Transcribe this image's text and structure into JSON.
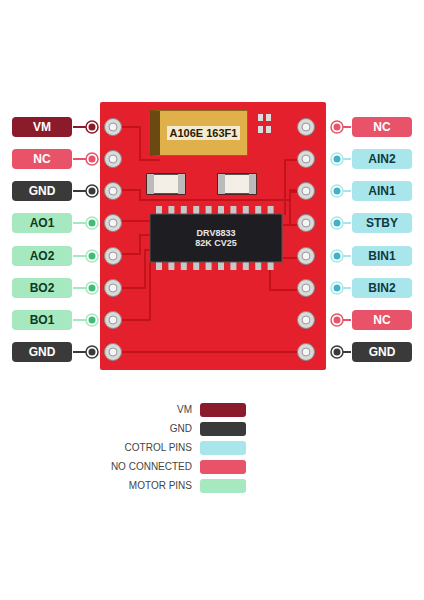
{
  "diagram": {
    "nodes": [
      {
        "text": [
          "VM"
        ]
      },
      {
        "text": [
          "NC"
        ]
      },
      {
        "text": [
          "GND"
        ]
      },
      {
        "text": [
          "AO1"
        ]
      },
      {
        "text": [
          "AO2"
        ]
      },
      {
        "text": [
          "BO2"
        ]
      },
      {
        "text": [
          "BO1"
        ]
      },
      {
        "text": [
          "GND"
        ]
      },
      {
        "text": [
          "NC"
        ]
      },
      {
        "text": [
          "AIN2"
        ]
      },
      {
        "text": [
          "AIN1"
        ]
      },
      {
        "text": [
          "STBY"
        ]
      },
      {
        "text": [
          "BIN1"
        ]
      },
      {
        "text": [
          "BIN2"
        ]
      },
      {
        "text": [
          "NC"
        ]
      },
      {
        "text": [
          "GND"
        ]
      },
      {
        "text": [
          "A106E 163F1"
        ]
      },
      {
        "text": [
          "DRV8833 82K CV25"
        ]
      }
    ],
    "edges": [],
    "legend": [
      {
        "text": "VM",
        "color": "#8b1a2b"
      },
      {
        "text": "GND",
        "color": "#3a3a3a"
      },
      {
        "text": "COTROL PINS",
        "color": "#a8e6ec"
      },
      {
        "text": "NO CONNECTED",
        "color": "#e8536a"
      },
      {
        "text": "MOTOR PINS",
        "color": "#a6e8c0"
      }
    ]
  }
}
